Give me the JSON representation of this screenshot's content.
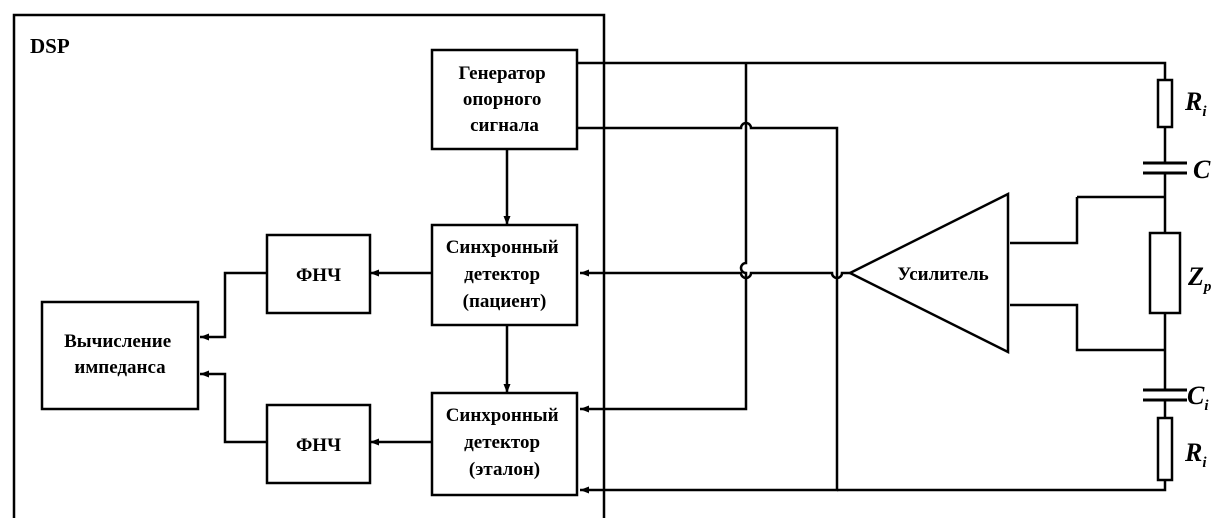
{
  "dsp": {
    "title": "DSP"
  },
  "blocks": {
    "generator": [
      "Генератор",
      "опорного",
      "сигнала"
    ],
    "sync_patient": [
      "Синхронный",
      "детектор",
      "(пациент)"
    ],
    "sync_reference": [
      "Синхронный",
      "детектор",
      "(эталон)"
    ],
    "lpf_top": "ФНЧ",
    "lpf_bottom": "ФНЧ",
    "impedance": [
      "Вычисление",
      "импеданса"
    ],
    "amplifier": "Усилитель"
  },
  "components": {
    "r_top": {
      "symbol": "R",
      "sub": "i"
    },
    "c_top": {
      "symbol": "C",
      "sub": ""
    },
    "z_patient": {
      "symbol": "Z",
      "sub": "p"
    },
    "c_bottom": {
      "symbol": "C",
      "sub": "i"
    },
    "r_bottom": {
      "symbol": "R",
      "sub": "i"
    }
  }
}
